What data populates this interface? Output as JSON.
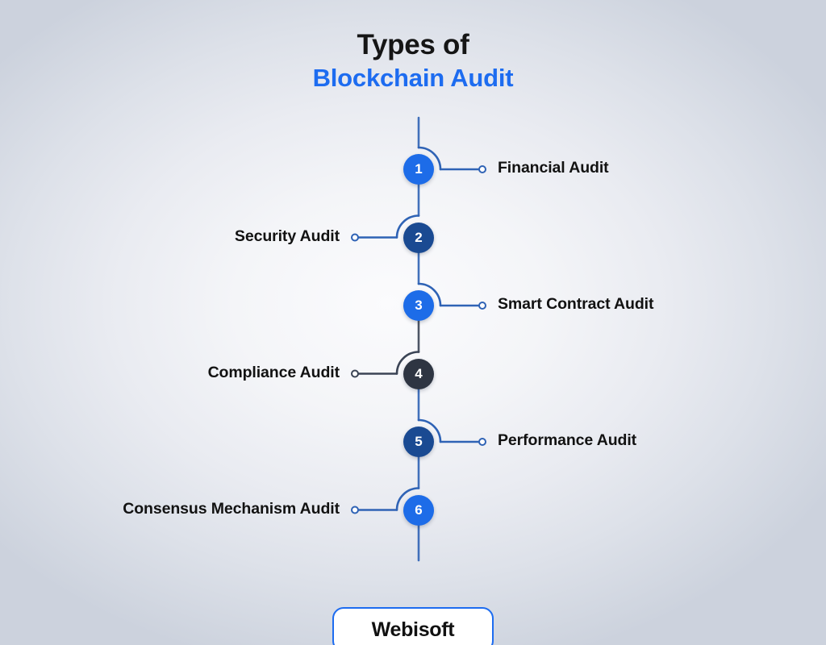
{
  "title": {
    "line1": "Types of",
    "line2": "Blockchain Audit"
  },
  "colors": {
    "bright_blue": "#1d6ce8",
    "navy_blue": "#1a4a92",
    "charcoal": "#2e3542",
    "title_blue": "#1d6cf0",
    "label_text": "#121212",
    "background_center": "#fbfbfd",
    "background_edge": "#ccd2dd",
    "connector_line": "#2f63b5"
  },
  "timeline": {
    "nodes": [
      {
        "number": "1",
        "label": "Financial Audit",
        "side": "right",
        "color": "#1d6ce8"
      },
      {
        "number": "2",
        "label": "Security Audit",
        "side": "left",
        "color": "#1a4a92"
      },
      {
        "number": "3",
        "label": "Smart Contract Audit",
        "side": "right",
        "color": "#1d6ce8"
      },
      {
        "number": "4",
        "label": "Compliance Audit",
        "side": "left",
        "color": "#2e3542"
      },
      {
        "number": "5",
        "label": "Performance Audit",
        "side": "right",
        "color": "#1a4a92"
      },
      {
        "number": "6",
        "label": "Consensus Mechanism Audit",
        "side": "left",
        "color": "#1d6ce8"
      }
    ]
  },
  "footer": {
    "logo_text": "Webisoft"
  }
}
